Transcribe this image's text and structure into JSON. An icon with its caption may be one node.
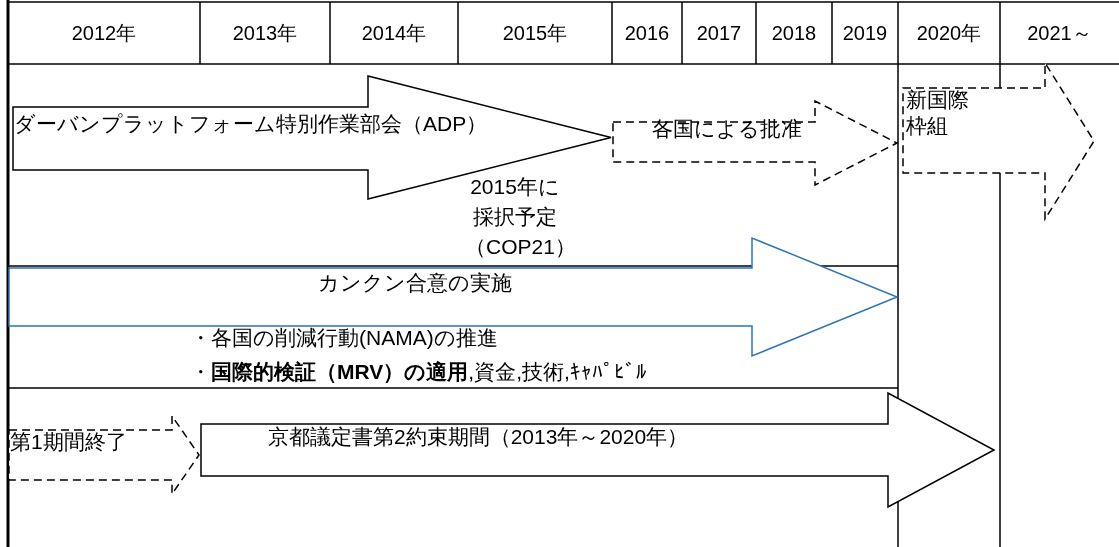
{
  "diagram": {
    "nodes": [
      {
        "text": [
          "ダーバンプラットフォーム特別作業部会（ADP）"
        ]
      },
      {
        "text": [
          "各国による批准"
        ]
      },
      {
        "text": [
          "新国際枠組"
        ]
      },
      {
        "text": [
          "カンクン合意の実施"
        ]
      },
      {
        "text": [
          "第1期間終了"
        ]
      },
      {
        "text": [
          "京都議定書第2約束期間（2013年～2020年）"
        ]
      }
    ],
    "labels": [
      "2012年",
      "2013年",
      "2014年",
      "2015年",
      "2016",
      "2017",
      "2018",
      "2019",
      "2020年",
      "2021～",
      "2015年に採択予定（COP21）",
      "・各国の削減行動(NAMA)の推進",
      "・**国際的検証（MRV）の適用**,資金,技術,ｷｬﾊﾟﾋﾞﾙ"
    ]
  }
}
